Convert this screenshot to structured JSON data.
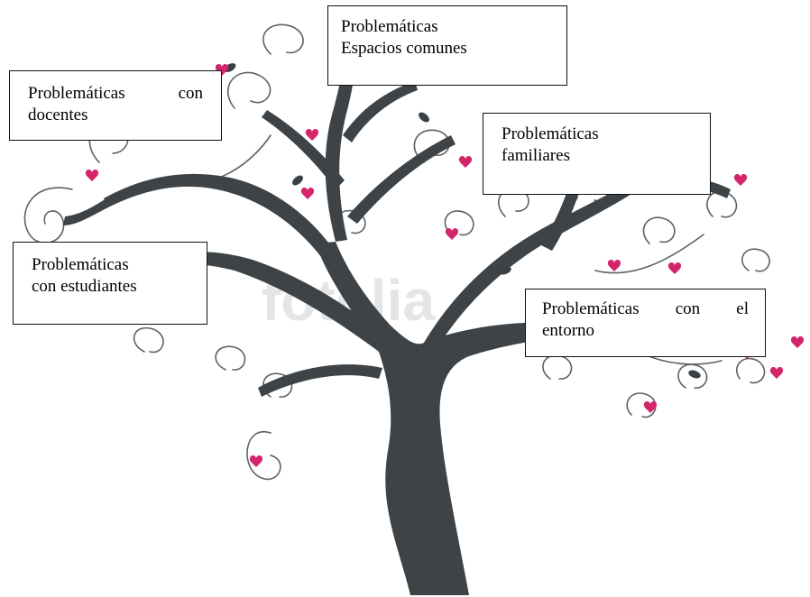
{
  "colors": {
    "trunk": "#3d4347",
    "vine": "#5b6266",
    "blossom": "#d4256a",
    "leaf": "#3a4145",
    "watermark": "#e3e5e6"
  },
  "watermark": {
    "text": "fotolia"
  },
  "labels": {
    "docentes": {
      "line1_word1": "Problemáticas",
      "line1_word2": "con",
      "line2": "docentes"
    },
    "espacios": {
      "line1": "Problemáticas",
      "line2": "Espacios comunes"
    },
    "familiares": {
      "line1": "Problemáticas",
      "line2": "familiares"
    },
    "estudiantes": {
      "line1": "Problemáticas",
      "line2": "con estudiantes"
    },
    "entorno": {
      "line1_word1": "Problemáticas",
      "line1_word2": "con",
      "line1_word3": "el",
      "line2": "entorno"
    }
  }
}
